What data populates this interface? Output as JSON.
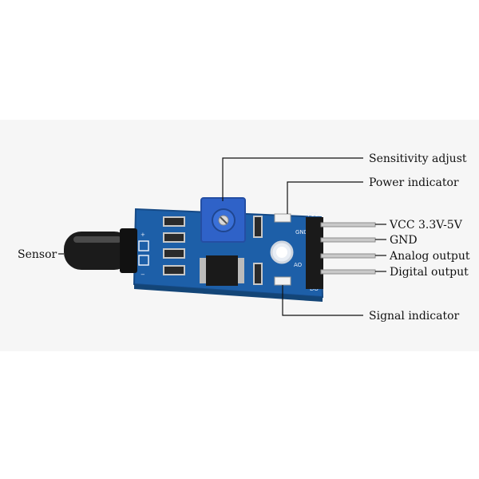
{
  "labels": {
    "sensor": "Sensor",
    "sensitivity_adjust": "Sensitivity adjust",
    "power_indicator": "Power indicator",
    "vcc": "VCC 3.3V-5V",
    "gnd": "GND",
    "analog_output": "Analog output",
    "digital_output": "Digital output",
    "signal_indicator": "Signal indicator"
  },
  "silkscreen": {
    "vcc": "VCC",
    "gnd": "GND",
    "ao": "AO",
    "do": "DO",
    "plus": "+",
    "minus": "−"
  },
  "colors": {
    "pcb": "#1d5fa8",
    "pcb_edge": "#164a86",
    "leader_line": "#111111",
    "pot": "#2f62c8",
    "header": "#1a1a1a",
    "pins": "#c9c9c9"
  }
}
